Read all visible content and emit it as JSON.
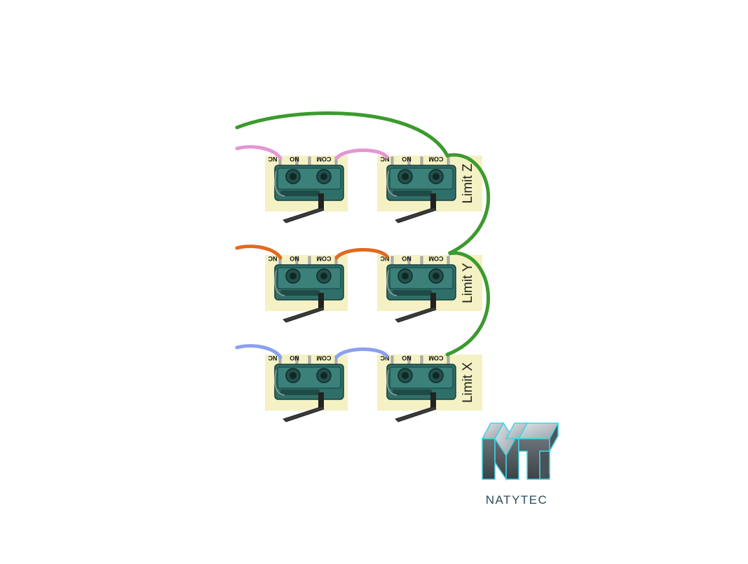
{
  "colors": {
    "background": "#ffffff",
    "panel": "#f4f1c4",
    "switch_body": "#2f6f6a",
    "switch_dark": "#163e3b",
    "lever": "#3a3a3a",
    "wire_green": "#3c9a2e",
    "wire_pink": "#e596d3",
    "wire_orange": "#e06a1e",
    "wire_blue": "#8aa0f0"
  },
  "pin_labels": {
    "nc": "NC",
    "no": "NO",
    "com": "COM"
  },
  "limit_rows": [
    {
      "label": "Limit Z",
      "wire": "pink"
    },
    {
      "label": "Limit Y",
      "wire": "orange"
    },
    {
      "label": "Limit X",
      "wire": "blue"
    }
  ],
  "brand": {
    "name": "NATYTEC",
    "registered": "®",
    "logo_icon": "ntt-3d-logo-icon"
  }
}
